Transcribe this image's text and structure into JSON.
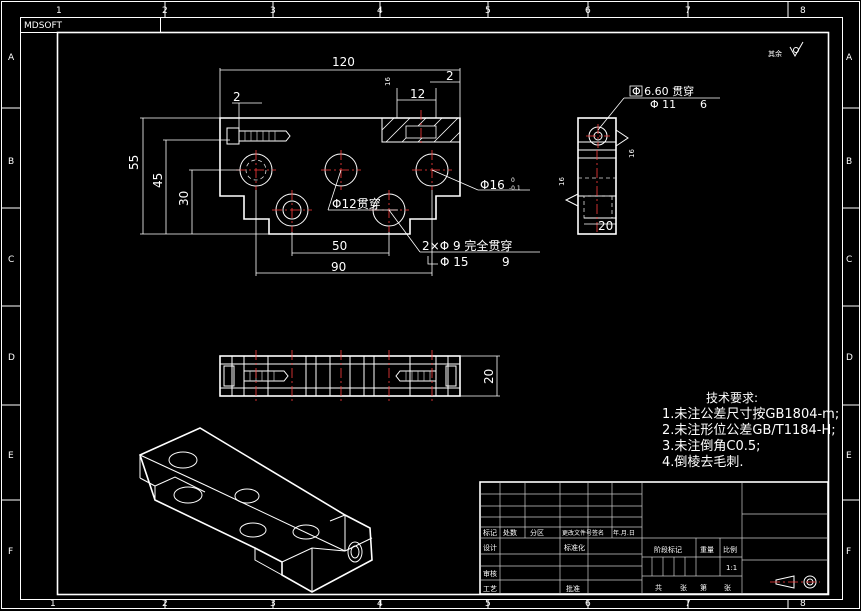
{
  "brand": "MDSOFT",
  "border": {
    "cols": [
      "1",
      "2",
      "3",
      "4",
      "5",
      "6",
      "7",
      "8"
    ],
    "rows": [
      "A",
      "B",
      "C",
      "D",
      "E",
      "F"
    ]
  },
  "roughness": "其余",
  "front_view": {
    "dim_120": "120",
    "dim_55": "55",
    "dim_45": "45",
    "dim_30": "30",
    "dim_50": "50",
    "dim_90": "90",
    "dim_12": "12",
    "dim_2a": "2",
    "dim_2b": "2",
    "dim_16v": "16",
    "note_phi12": "Φ12贯穿",
    "note_phi16": "Φ16",
    "tol_upper": "0",
    "tol_lower": "-0.1",
    "note_2phi9": "2×Φ 9 完全贯穿",
    "note_phi15": "Φ 15",
    "note_depth9": "9"
  },
  "side_view": {
    "note_phi660": "Φ 6.60 贯穿",
    "note_phi11": "Φ 11",
    "note_depth6": "6",
    "dim_16": "16",
    "dim_20": "20",
    "dim_16b": "16"
  },
  "top_view": {
    "dim_20": "20"
  },
  "tech": {
    "title": "技术要求:",
    "items": [
      "1.未注公差尺寸按GB1804-m;",
      "2.未注形位公差GB/T1184-H;",
      "3.未注倒角C0.5;",
      "4.倒棱去毛刺."
    ]
  },
  "title_block": {
    "biaoji": "标记",
    "chushu": "处数",
    "fenqu": "分区",
    "gengai": "更改文件号",
    "qianming": "签名",
    "nianyueri": "年.月.日",
    "sheji": "设计",
    "biaozhunhua": "标准化",
    "jieduan": "阶段标记",
    "zhongliang": "重量",
    "bili": "比例",
    "scale": "1:1",
    "shenhe": "审核",
    "gongyi": "工艺",
    "pizhun": "批准",
    "gong": "共",
    "zhang": "张",
    "di": "第",
    "zhang2": "张"
  }
}
